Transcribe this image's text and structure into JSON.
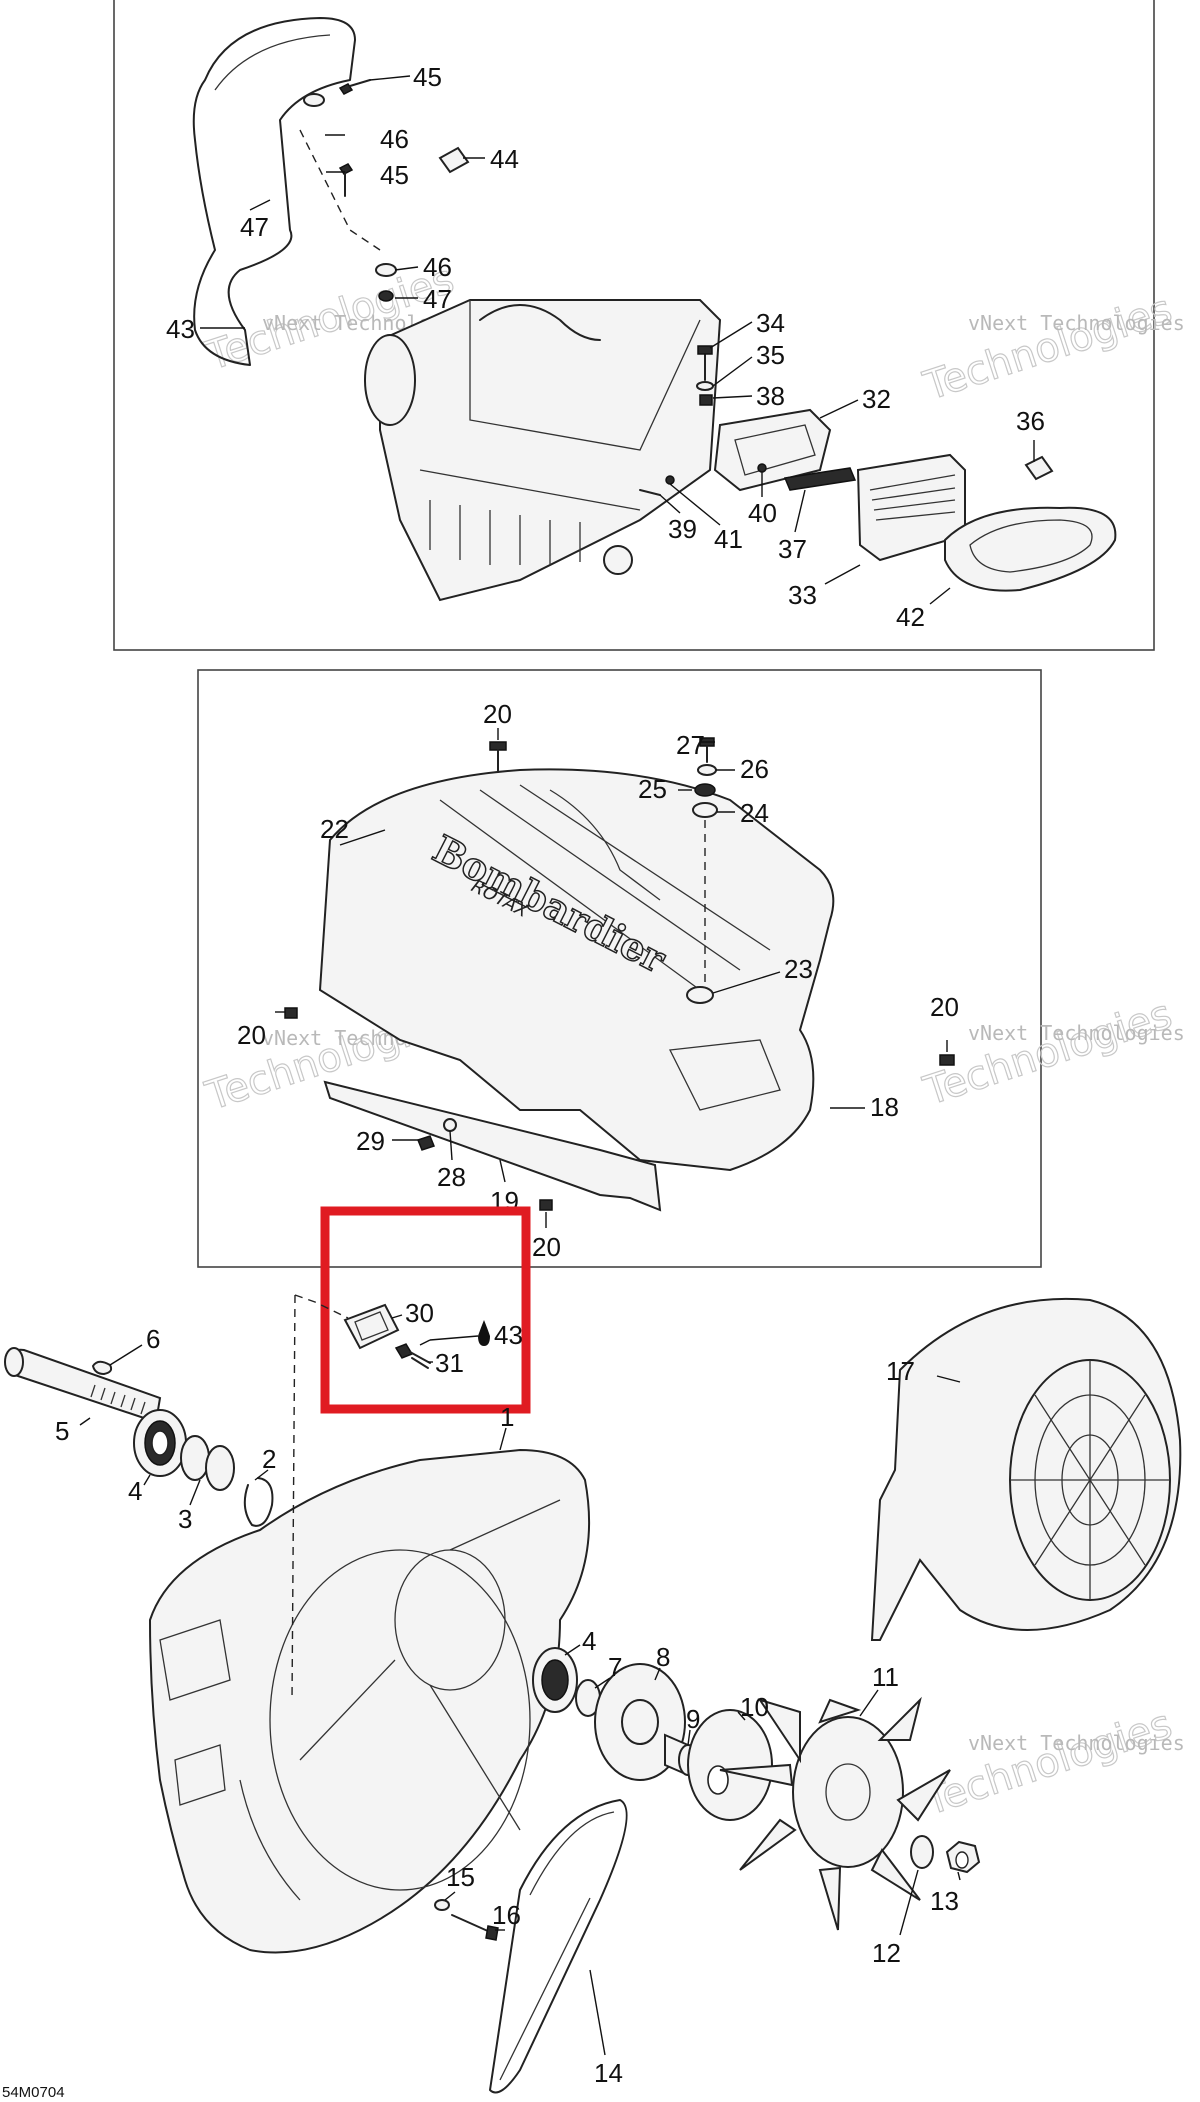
{
  "diagram": {
    "image_code": "54M0704",
    "watermark": {
      "line1": "vNext Technologies",
      "line2": "vNext",
      "line3": "Technologies"
    },
    "top_panel": {
      "labels": [
        "45",
        "46",
        "45",
        "44",
        "47",
        "46",
        "47",
        "43",
        "34",
        "35",
        "38",
        "32",
        "36",
        "40",
        "39",
        "41",
        "37",
        "33",
        "42"
      ]
    },
    "middle_panel": {
      "labels": [
        "20",
        "27",
        "26",
        "25",
        "24",
        "22",
        "23",
        "20",
        "20",
        "18",
        "29",
        "28",
        "19",
        "20"
      ],
      "brand_text": "Bombardier",
      "brand_subtext": "ROTAX"
    },
    "highlighted_group": {
      "labels": [
        "30",
        "43",
        "31"
      ],
      "highlight_color": "#e01b22"
    },
    "bottom_panel": {
      "labels": [
        "6",
        "5",
        "4",
        "3",
        "2",
        "1",
        "17",
        "4",
        "7",
        "8",
        "9",
        "10",
        "11",
        "15",
        "16",
        "12",
        "13",
        "14"
      ]
    }
  }
}
